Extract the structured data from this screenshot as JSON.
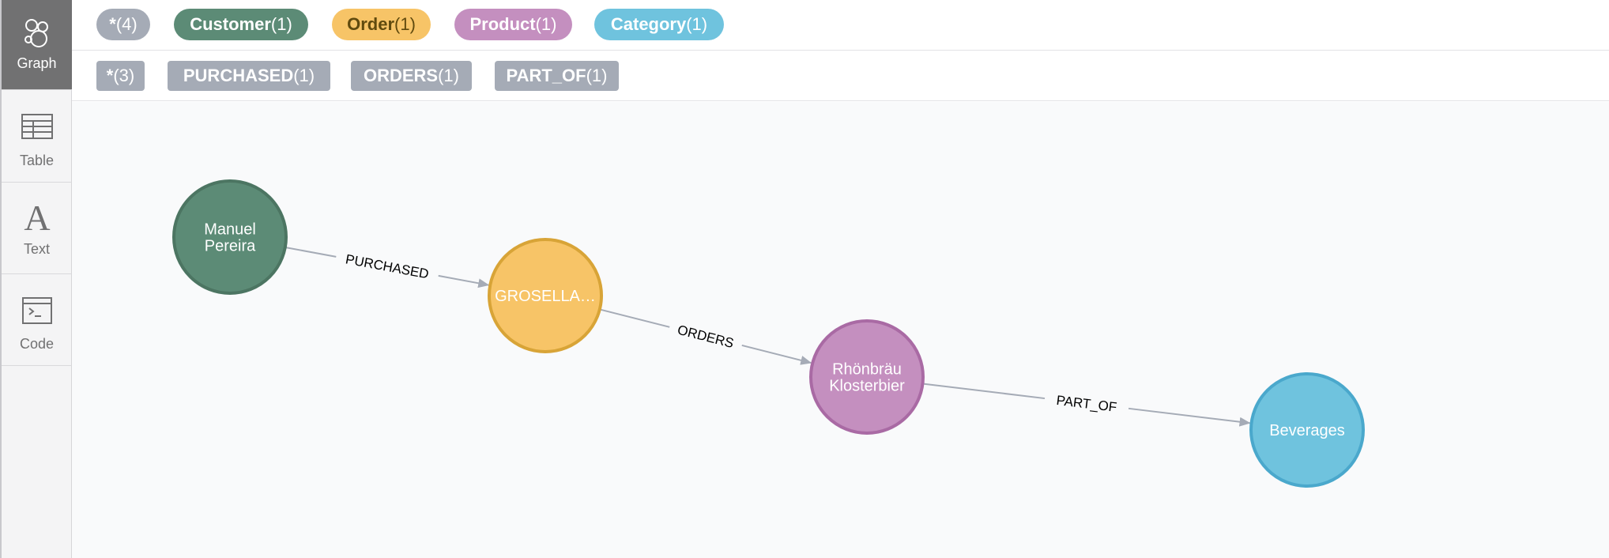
{
  "sidebar": {
    "items": [
      {
        "label": "Graph",
        "icon": "graph-icon"
      },
      {
        "label": "Table",
        "icon": "table-icon"
      },
      {
        "label": "Text",
        "icon": "text-icon"
      },
      {
        "label": "Code",
        "icon": "code-icon"
      }
    ],
    "active": "Graph"
  },
  "labels": [
    {
      "name": "*",
      "count": "(4)",
      "color": "#a5abb6",
      "textColor": "#ffffff"
    },
    {
      "name": "Customer",
      "count": "(1)",
      "color": "#5c8b76",
      "textColor": "#ffffff"
    },
    {
      "name": "Order",
      "count": "(1)",
      "color": "#f7c467",
      "textColor": "#604a0e"
    },
    {
      "name": "Product",
      "count": "(1)",
      "color": "#c48fbf",
      "textColor": "#ffffff"
    },
    {
      "name": "Category",
      "count": "(1)",
      "color": "#6fc3de",
      "textColor": "#ffffff"
    }
  ],
  "relationships": [
    {
      "name": "*",
      "count": "(3)"
    },
    {
      "name": "PURCHASED",
      "count": "(1)"
    },
    {
      "name": "ORDERS",
      "count": "(1)"
    },
    {
      "name": "PART_OF",
      "count": "(1)"
    }
  ],
  "graph": {
    "nodes": [
      {
        "id": "customer",
        "lines": [
          "Manuel",
          "Pereira"
        ],
        "fill": "#5c8b76",
        "stroke": "#4c7562",
        "textColor": "#ffffff"
      },
      {
        "id": "order",
        "lines": [
          "GROSELLA…"
        ],
        "fill": "#f7c467",
        "stroke": "#d8a437",
        "textColor": "#604a0e"
      },
      {
        "id": "product",
        "lines": [
          "Rhönbräu",
          "Klosterbier"
        ],
        "fill": "#c48fbf",
        "stroke": "#a96aa4",
        "textColor": "#ffffff"
      },
      {
        "id": "category",
        "lines": [
          "Beverages"
        ],
        "fill": "#6fc3de",
        "stroke": "#4aa8cc",
        "textColor": "#ffffff"
      }
    ],
    "edges": [
      {
        "from": "customer",
        "to": "order",
        "label": "PURCHASED"
      },
      {
        "from": "order",
        "to": "product",
        "label": "ORDERS"
      },
      {
        "from": "product",
        "to": "category",
        "label": "PART_OF"
      }
    ]
  }
}
